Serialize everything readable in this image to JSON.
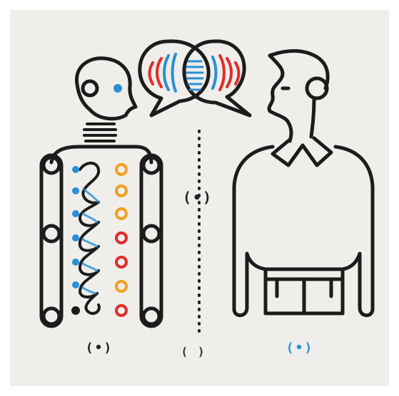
{
  "captions": {
    "robot": "(•)",
    "divider": "( )",
    "human": "(•)",
    "center": "(•)"
  },
  "colors": {
    "line": "#1c1c1c",
    "blue": "#2a8fd6",
    "red": "#e02c2c",
    "orange": "#f0a020",
    "background": "#efeeea"
  },
  "icons": [
    "robot-figure",
    "human-figure",
    "speech-bubble-left",
    "speech-bubble-right",
    "dotted-divider"
  ]
}
